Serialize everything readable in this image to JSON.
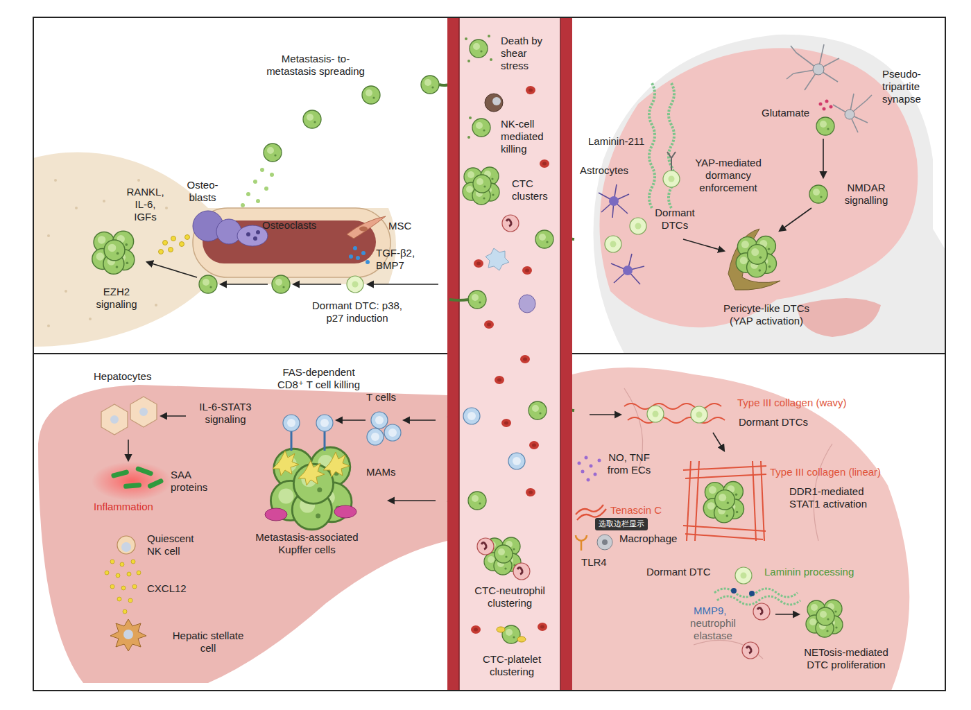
{
  "diagram": {
    "nodes": [
      {
        "text": [
          "选取边栏显示"
        ]
      }
    ],
    "labels": [
      "Metastasis- to-metastasis spreading",
      "Osteo- blasts",
      "RANKL, IL-6, IGFs",
      "Osteoclasts",
      "MSC",
      "TGF-β2, BMP7",
      "EZH2 signaling",
      "Dormant DTC: p38, p27 induction",
      "Death by shear stress",
      "NK-cell mediated killing",
      "CTC clusters",
      "Pseudo- tripartite synapse",
      "Glutamate",
      "Laminin-211",
      "YAP-mediated dormancy enforcement",
      "Astrocytes",
      "Dormant DTCs",
      "NMDAR signalling",
      "Pericyte-like DTCs (YAP activation)",
      "Hepatocytes",
      "FAS-dependent CD8⁺ T cell killing",
      "T cells",
      "IL-6-STAT3 signaling",
      "SAA proteins",
      "Inflammation",
      "MAMs",
      "Metastasis-associated Kupffer cells",
      "Quiescent NK cell",
      "CXCL12",
      "Hepatic stellate cell",
      "CTC-neutrophil clustering",
      "CTC-platelet clustering",
      "Type III collagen (wavy)",
      "Dormant DTCs",
      "NO, TNF from ECs",
      "Type III collagen (linear)",
      "Tenascin C",
      "DDR1-mediated STAT1 activation",
      "Macrophage",
      "TLR4",
      "Dormant DTC",
      "Laminin processing",
      "MMP9,",
      "neutrophil elastase",
      "NETosis-mediated DTC proliferation"
    ]
  }
}
